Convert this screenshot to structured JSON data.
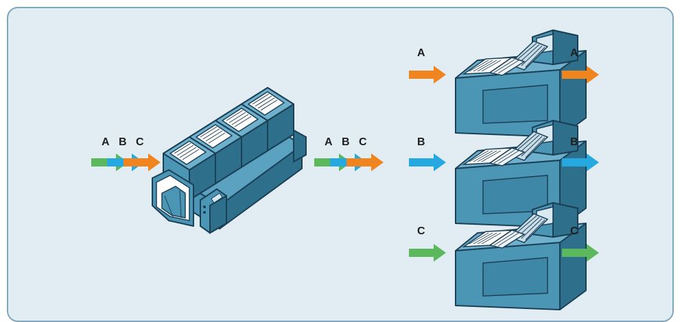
{
  "colors": {
    "panel_bg": "#e2ecf3",
    "panel_border": "#7fa6bd",
    "machine": "#4b95b5",
    "machine_dark": "#2e6f8c",
    "outline": "#1b3f55",
    "arrow_a": "#f0841f",
    "arrow_b": "#26a8e0",
    "arrow_c": "#5cb85c"
  },
  "labels": {
    "a": "A",
    "b": "B",
    "c": "C"
  },
  "icons": [
    "multi-unit-printing-press-icon",
    "single-unit-press-icon"
  ]
}
